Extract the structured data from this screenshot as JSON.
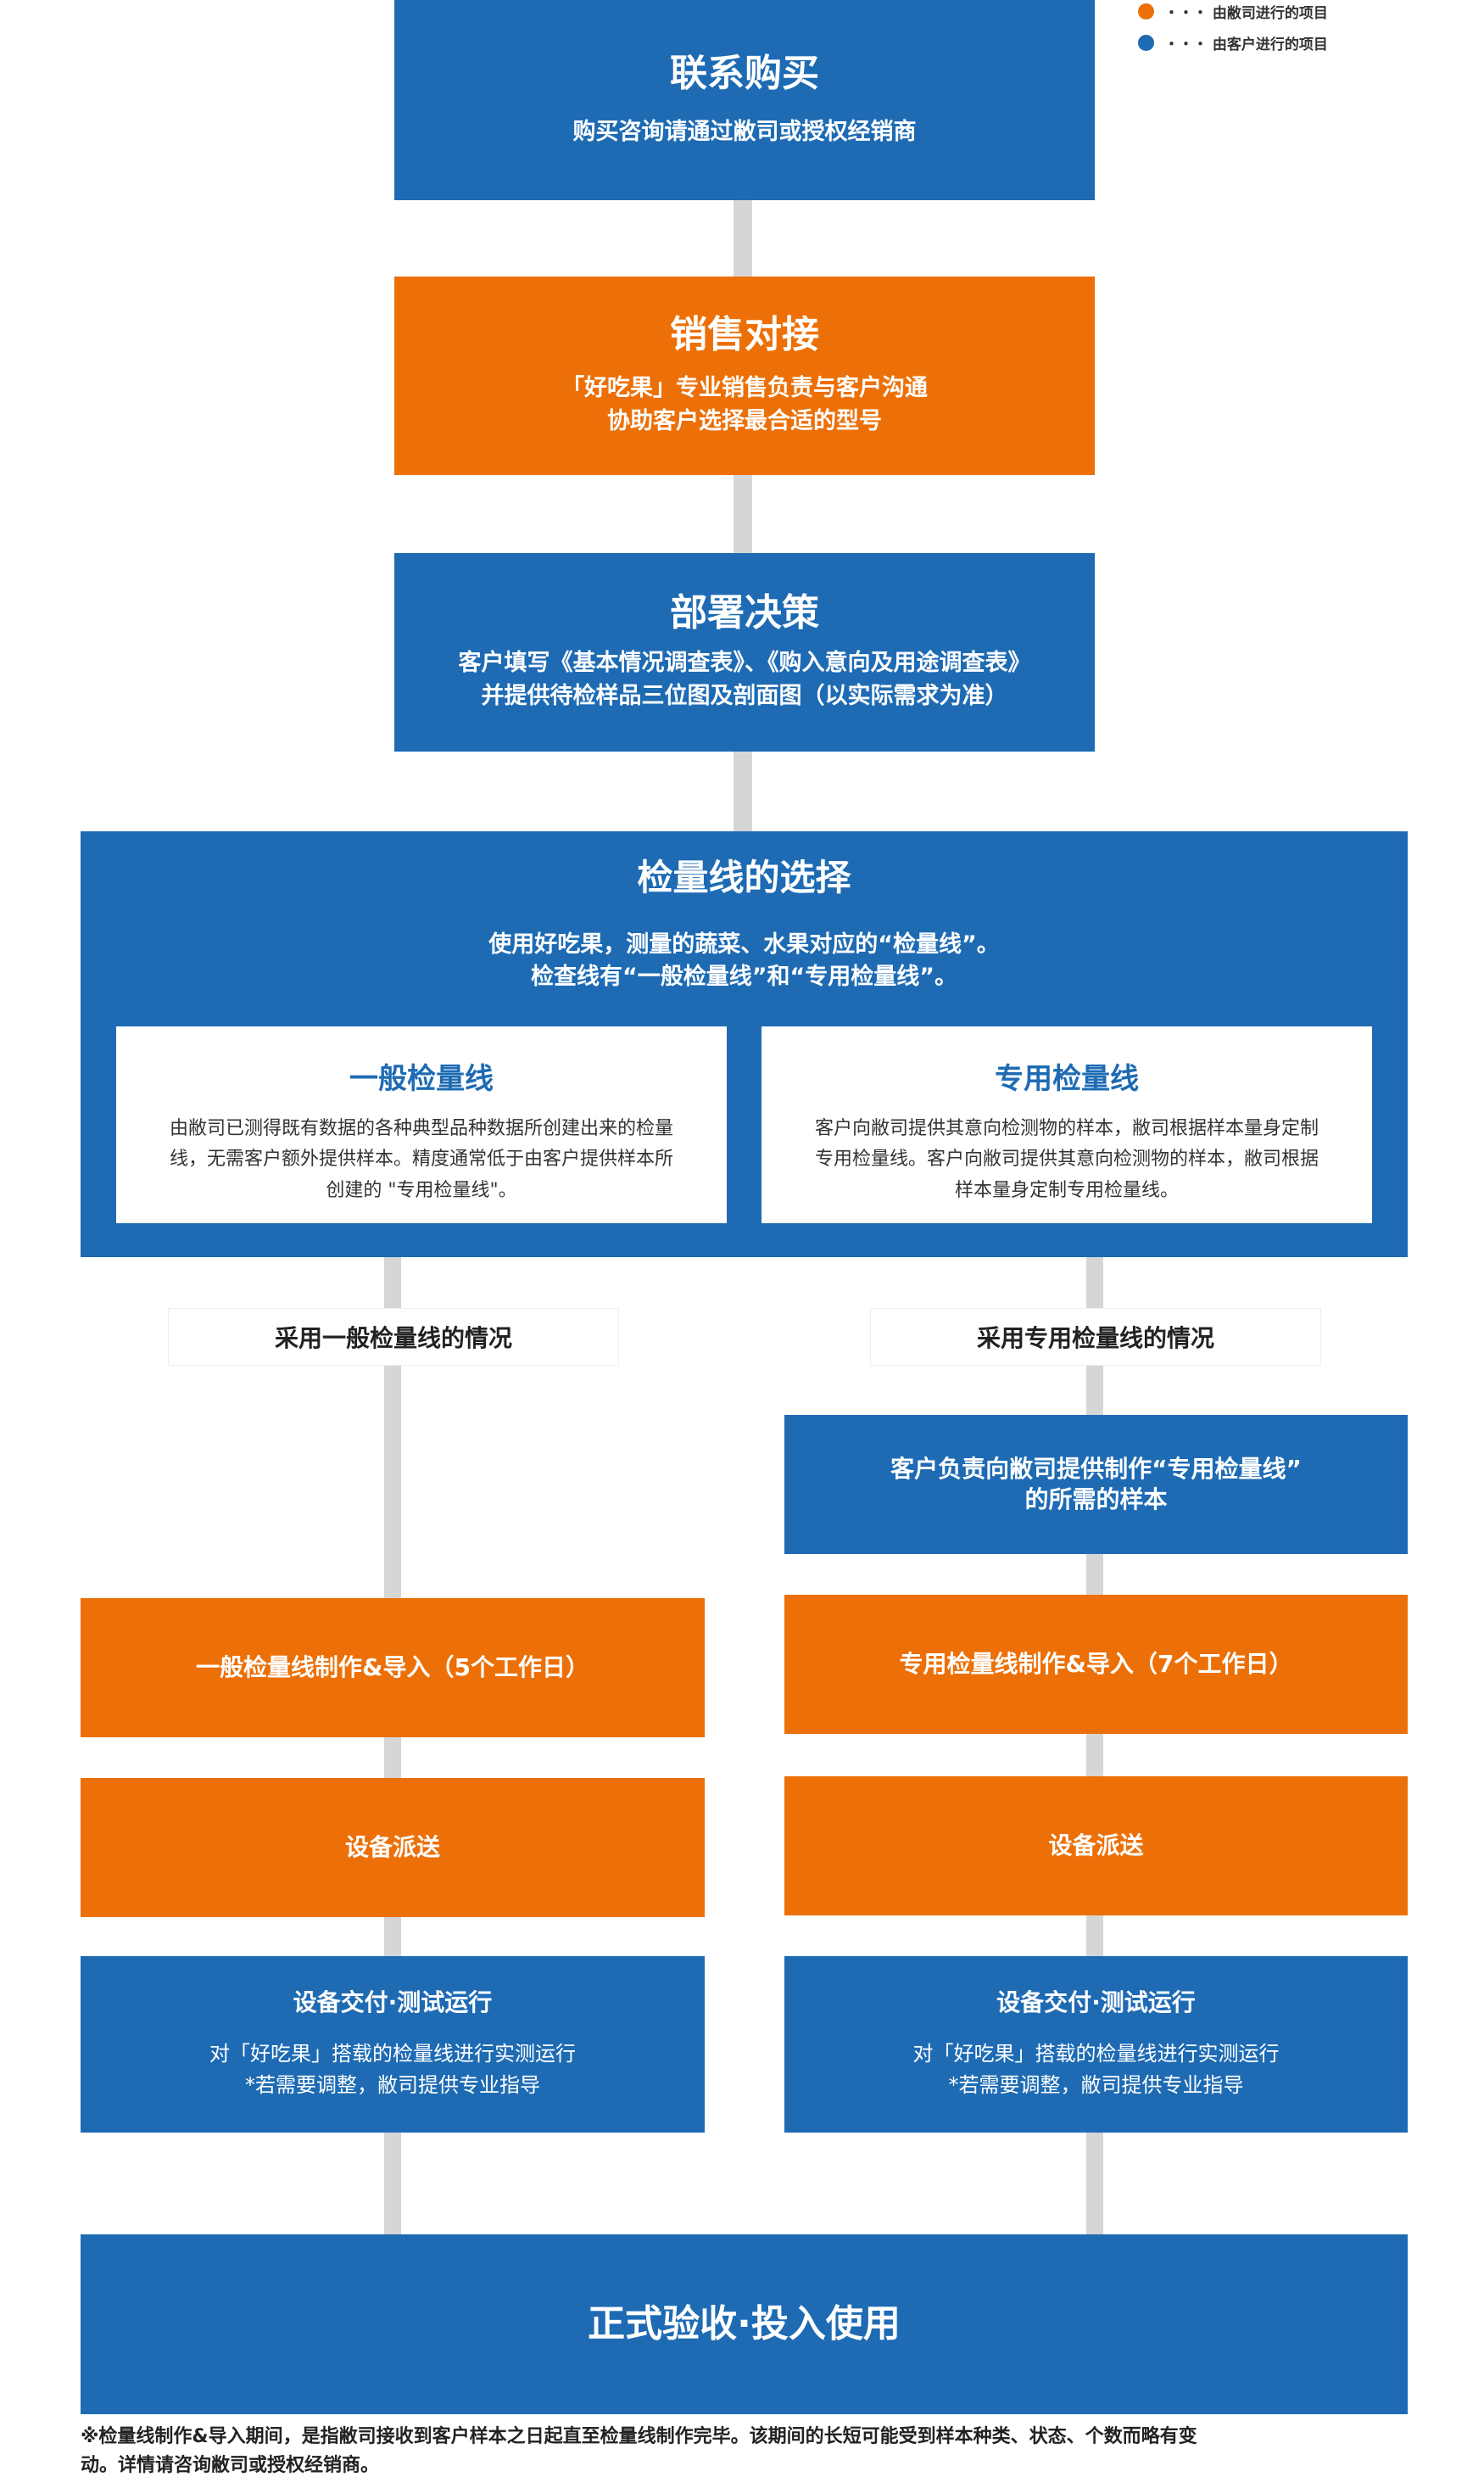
{
  "legend": {
    "company_item": "・・・ 由敝司进行的项目",
    "customer_item": "・・・ 由客户进行的项目",
    "company_color": "#ec7007",
    "customer_color": "#1e6bb4"
  },
  "steps": {
    "contact": {
      "title": "联系购买",
      "desc": "购买咨询请通过敝司或授权经销商"
    },
    "sales": {
      "title": "销售对接",
      "line1": "「好吃果」专业销售负责与客户沟通",
      "line2": "协助客户选择最合适的型号"
    },
    "decision": {
      "title": "部署决策",
      "line1": "客户填写《基本情况调查表》、《购入意向及用途调查表》",
      "line2": "并提供待检样品三位图及剖面图（以实际需求为准）"
    },
    "selection": {
      "title": "检量线的选择",
      "line1": "使用好吃果，测量的蔬菜、水果对应的“检量线”。",
      "line2": "检查线有“一般检量线”和“专用检量线”。",
      "general": {
        "title": "一般检量线",
        "desc": "由敝司已测得既有数据的各种典型品种数据所创建出来的检量线，无需客户额外提供样本。精度通常低于由客户提供样本所创建的 \"专用检量线\"。"
      },
      "dedicated": {
        "title": "专用检量线",
        "desc": "客户向敝司提供其意向检测物的样本，敝司根据样本量身定制专用检量线。客户向敝司提供其意向检测物的样本，敝司根据样本量身定制专用检量线。"
      }
    },
    "left": {
      "label": "采用一般检量线的情况",
      "make": "一般检量线制作&导入（5个工作日）",
      "ship": "设备派送",
      "test_title": "设备交付·测试运行",
      "test_line1": "对「好吃果」搭载的检量线进行实测运行",
      "test_line2": "*若需要调整，敝司提供专业指导"
    },
    "right": {
      "label": "采用专用检量线的情况",
      "provide_line1": "客户负责向敝司提供制作“专用检量线”",
      "provide_line2": "的所需的样本",
      "make": "专用检量线制作&导入（7个工作日）",
      "ship": "设备派送",
      "test_title": "设备交付·测试运行",
      "test_line1": "对「好吃果」搭载的检量线进行实测运行",
      "test_line2": "*若需要调整，敝司提供专业指导"
    },
    "final": {
      "title": "正式验收·投入使用"
    }
  },
  "footnote": {
    "line1": "※检量线制作&导入期间，是指敝司接收到客户样本之日起直至检量线制作完毕。该期间的长短可能受到样本种类、状态、个数而略有变",
    "line2": "动。详情请咨询敝司或授权经销商。"
  }
}
